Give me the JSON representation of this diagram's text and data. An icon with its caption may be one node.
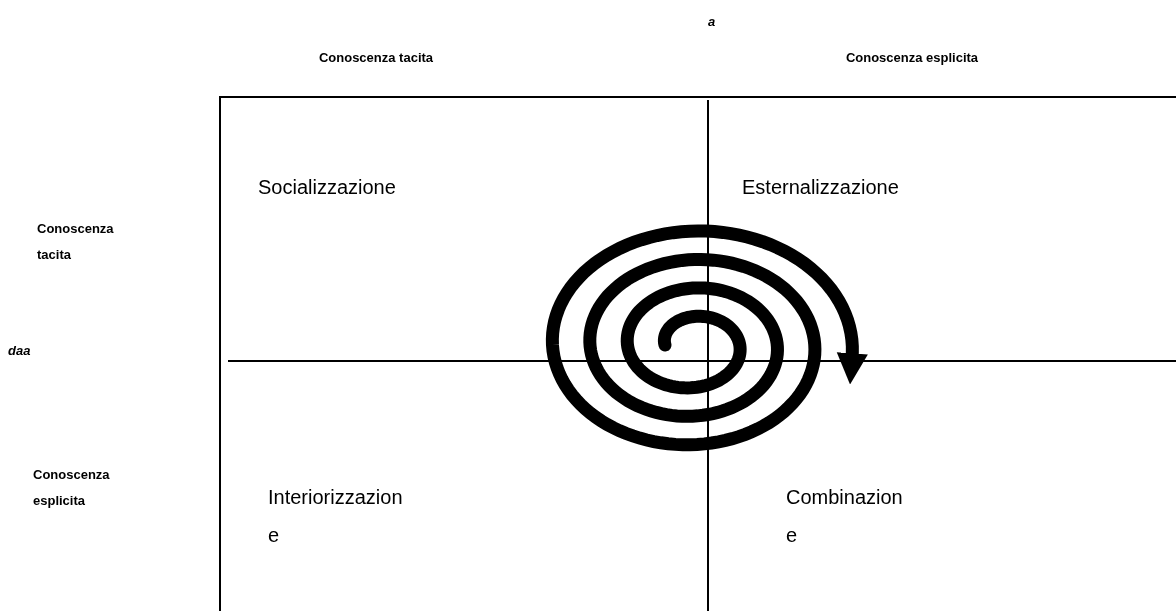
{
  "diagram": {
    "nodes": [
      {
        "text": [
          "Socializzazione"
        ]
      },
      {
        "text": [
          "Esternalizzazione"
        ]
      },
      {
        "text": [
          "Interiorizzazion e"
        ]
      },
      {
        "text": [
          "Combinazion e"
        ]
      }
    ],
    "edges": [],
    "labels": [
      "a",
      "Conoscenza tacita",
      "Conoscenza esplicita",
      "Conoscenza tacita",
      "daa",
      "Conoscenza esplicita"
    ]
  }
}
